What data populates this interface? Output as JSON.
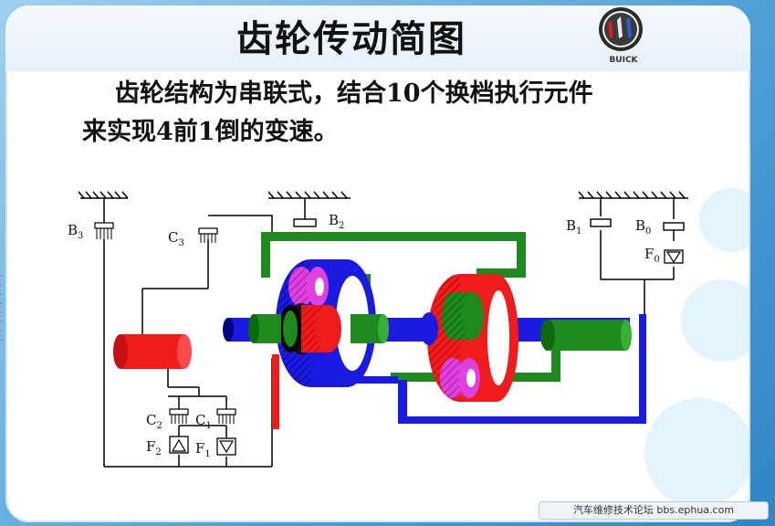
{
  "slide": {
    "title": "齿轮传动简图",
    "description_line1": "齿轮结构为串联式，结合10个换档执行元件",
    "description_line2": "来实现4前1倒的变速。",
    "logo_text": "BUICK",
    "footer": "汽车维修技术论坛 bbs.ephua.com"
  },
  "diagram": {
    "labels": {
      "b3": "B",
      "b3_sub": "3",
      "c3": "C",
      "c3_sub": "3",
      "b2": "B",
      "b2_sub": "2",
      "b1": "B",
      "b1_sub": "1",
      "b0": "B",
      "b0_sub": "0",
      "f0": "F",
      "f0_sub": "0",
      "c2": "C",
      "c2_sub": "2",
      "c1": "C",
      "c1_sub": "1",
      "f2": "F",
      "f2_sub": "2",
      "f1": "F",
      "f1_sub": "1"
    },
    "colors": {
      "green": "#1e8a1e",
      "blue": "#1a1ae0",
      "red": "#ee1c1c",
      "magenta": "#e040e0",
      "black": "#000000"
    }
  }
}
